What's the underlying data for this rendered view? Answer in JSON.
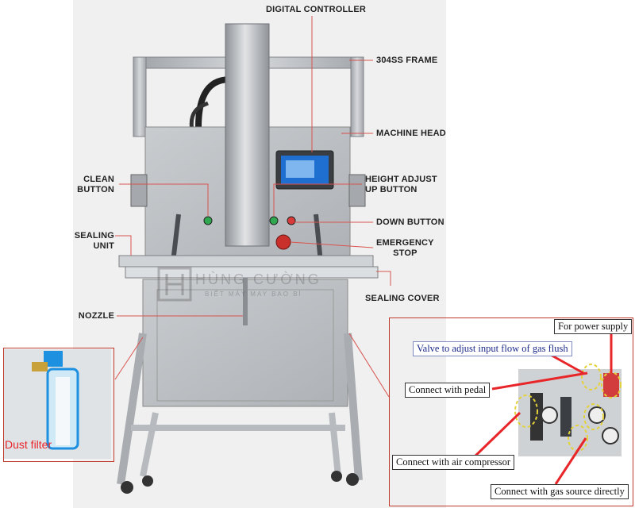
{
  "labels": {
    "digital_controller": "DIGITAL CONTROLLER",
    "frame": "304SS FRAME",
    "machine_head": "MACHINE HEAD",
    "clean_button": "CLEAN\nBUTTON",
    "height_adjust": "HEIGHT ADJUST\nUP BUTTON",
    "down_button": "DOWN BUTTON",
    "sealing_unit": "SEALING\nUNIT",
    "emergency_stop": "EMERGENCY\nSTOP",
    "sealing_cover": "SEALING COVER",
    "nozzle": "NOZZLE"
  },
  "watermark": {
    "brand": "HÙNG CƯỜNG",
    "tagline": "BIẾT MÁY MAY BAO BÌ"
  },
  "inset_left": {
    "label": "Dust filter"
  },
  "inset_right": {
    "power": "For power supply",
    "valve": "Valve to adjust input flow of gas flush",
    "pedal": "Connect with pedal",
    "air": "Connect with air compressor",
    "gas": "Connect with gas source directly"
  },
  "colors": {
    "pointer_line": "#d9534f",
    "inset_border": "#c0392b",
    "arrow": "#e8262a",
    "steel": "#b9bcc0",
    "screen": "#1f6fd1"
  }
}
